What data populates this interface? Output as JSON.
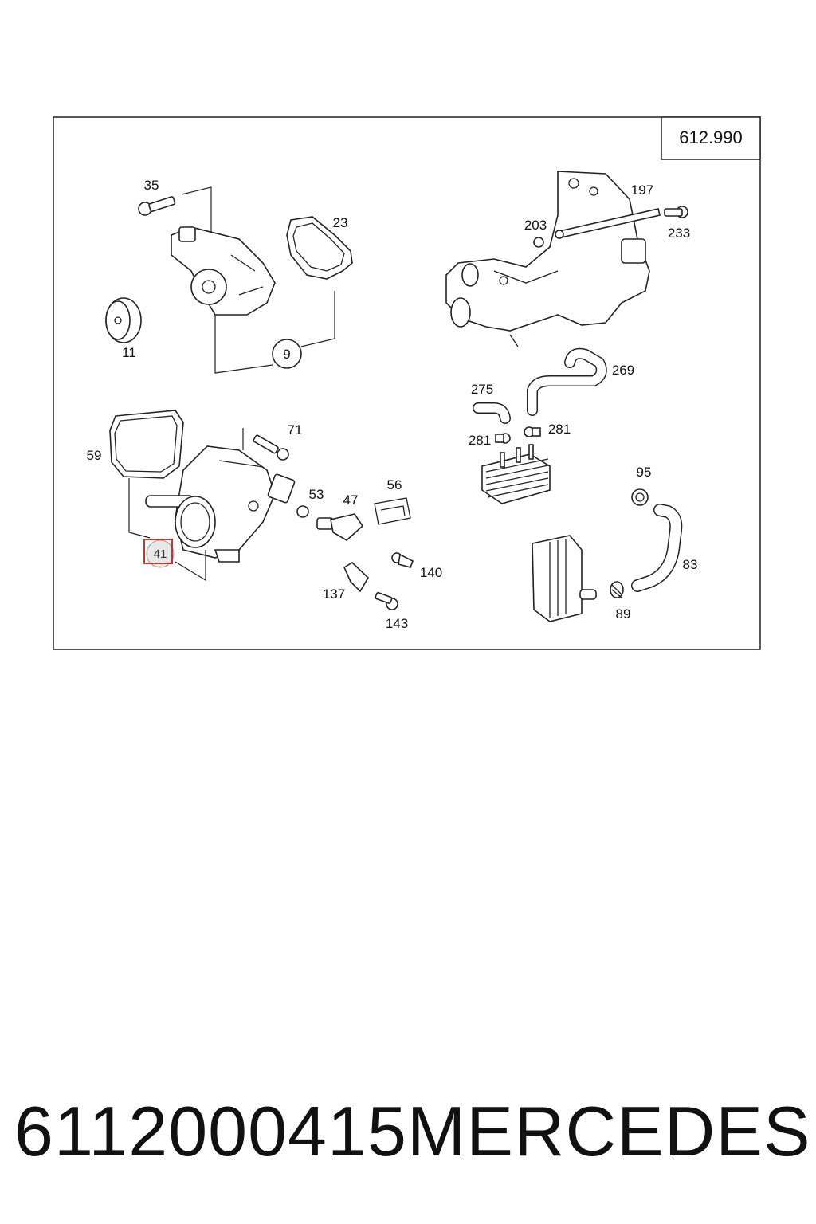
{
  "diagram": {
    "reference_code": "612.990",
    "labels": {
      "p35": "35",
      "p23": "23",
      "p11": "11",
      "p9": "9",
      "p197": "197",
      "p203": "203",
      "p233": "233",
      "p269": "269",
      "p275": "275",
      "p281a": "281",
      "p281b": "281",
      "p59": "59",
      "p71": "71",
      "p53": "53",
      "p47": "47",
      "p56": "56",
      "p41": "41",
      "p140": "140",
      "p137": "137",
      "p143": "143",
      "p95": "95",
      "p83": "83",
      "p89": "89"
    },
    "highlight_color": "#d62c2c"
  },
  "footer": {
    "part_number": "6112000415",
    "brand": "MERCEDES"
  }
}
